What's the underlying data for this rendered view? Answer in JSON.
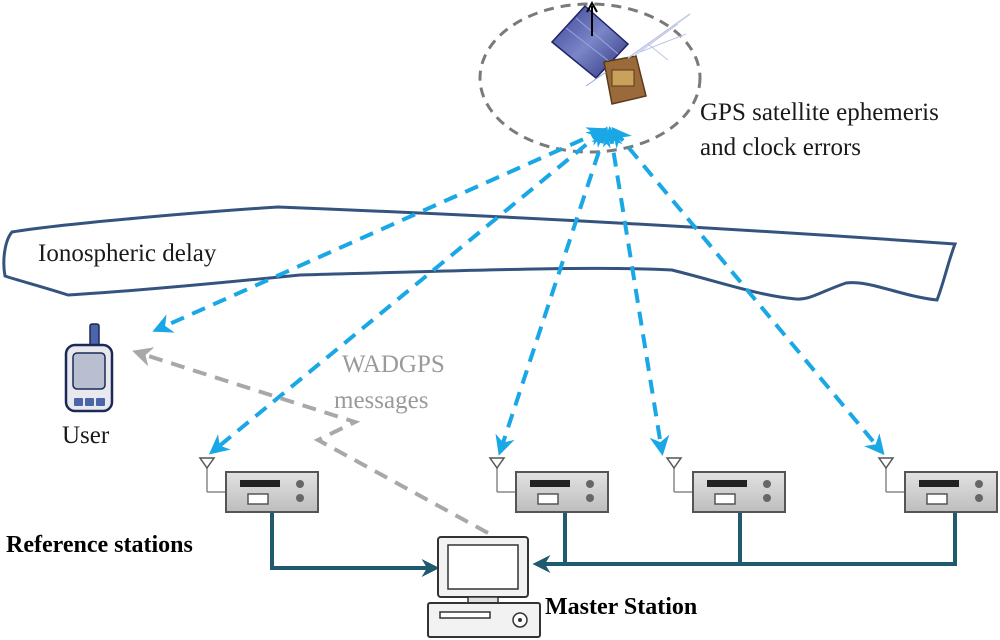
{
  "labels": {
    "satellite_line1": "GPS satellite ephemeris",
    "satellite_line2": "and clock errors",
    "ionosphere": "Ionospheric delay",
    "messages_line1": "WADGPS",
    "messages_line2": "messages",
    "user": "User",
    "reference_stations": "Reference stations",
    "master_station": "Master Station"
  },
  "colors": {
    "signal": "#1aa7e6",
    "message": "#a8a8a8",
    "network": "#1f5a6e",
    "ionosphere_outline": "#34547f",
    "equipment": "#c9c9c9"
  },
  "icons": {
    "satellite": "satellite-icon",
    "user": "handheld-gps-icon",
    "reference_station": "receiver-icon",
    "master_station": "computer-icon"
  }
}
